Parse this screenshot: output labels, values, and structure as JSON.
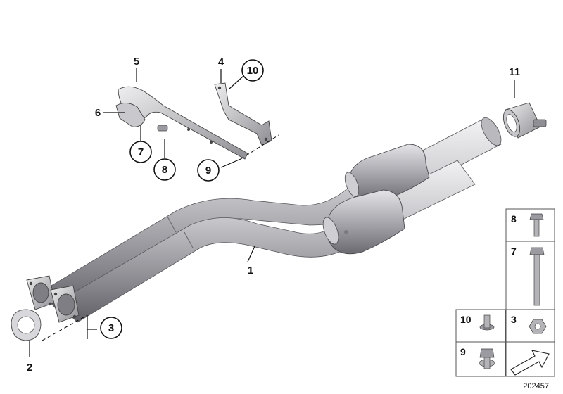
{
  "callouts": {
    "c1": "1",
    "c2": "2",
    "c3": "3",
    "c4": "4",
    "c5": "5",
    "c6": "6",
    "c7": "7",
    "c8": "8",
    "c9": "9",
    "c10": "10",
    "c11": "11"
  },
  "parts_table": {
    "cells": [
      "8",
      "7",
      "10",
      "3",
      "9"
    ]
  },
  "catalog_number": "202457",
  "colors": {
    "pipe_light": "#d9d9dc",
    "pipe_dark": "#6f6f74",
    "line": "#111111"
  }
}
